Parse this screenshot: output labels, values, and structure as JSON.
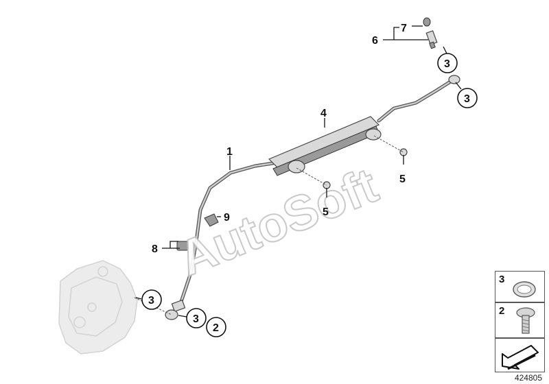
{
  "callouts": {
    "c1": "1",
    "c2": "2",
    "c3a": "3",
    "c3b": "3",
    "c3c": "3",
    "c3d": "3",
    "c4": "4",
    "c5a": "5",
    "c5b": "5",
    "c6": "6",
    "c7": "7",
    "c8": "8",
    "c9": "9"
  },
  "watermark": "AutoSoft",
  "legend": [
    {
      "number": "3",
      "icon": "seal-ring-icon"
    },
    {
      "number": "2",
      "icon": "banjo-bolt-icon"
    },
    {
      "icon": "arrow-icon"
    }
  ],
  "diagram_id": "424805",
  "colors": {
    "line": "#111111",
    "pipe": "#555555",
    "ghost": "#ececec"
  }
}
